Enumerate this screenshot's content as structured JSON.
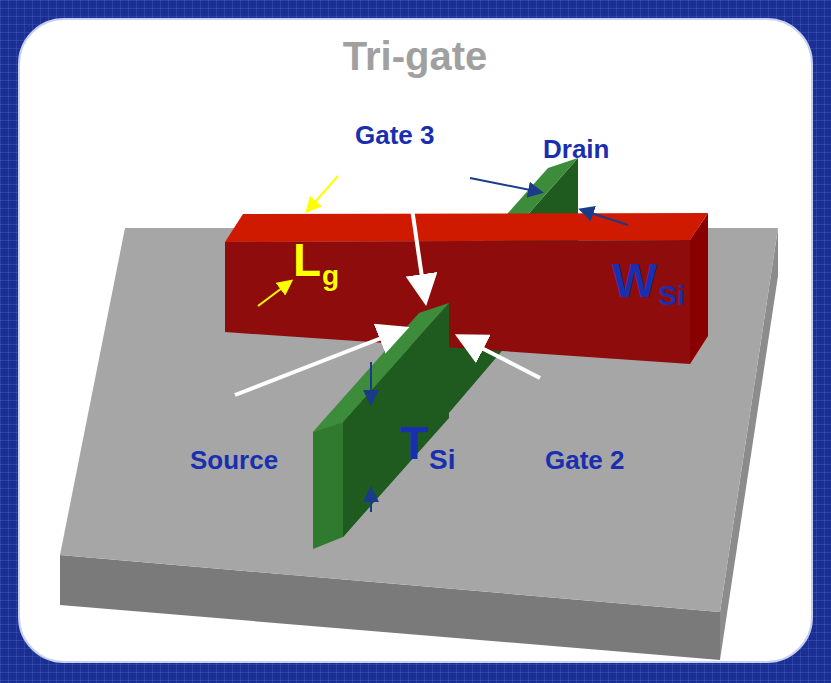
{
  "diagram": {
    "title": "Tri-gate",
    "labels": [
      "Gate 3",
      "Drain",
      "L",
      "g",
      "W",
      "Si",
      "Source",
      "T",
      "Si",
      "Gate 2"
    ]
  }
}
